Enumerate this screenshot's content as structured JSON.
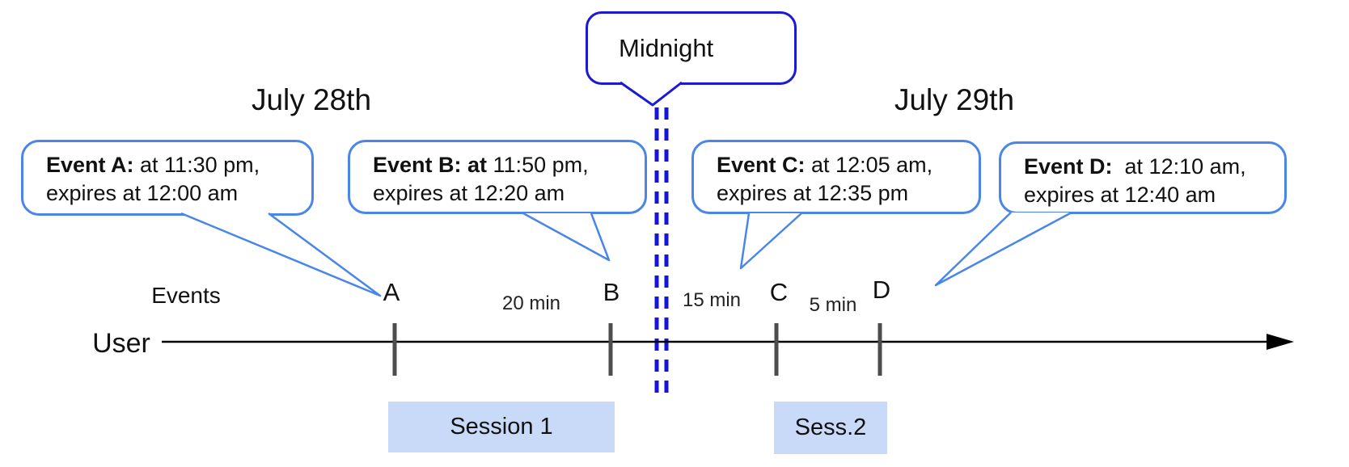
{
  "headers": {
    "left_day": "July 28th",
    "right_day": "July 29th"
  },
  "midnight": {
    "label": "Midnight"
  },
  "events": [
    {
      "bold": "Event A:",
      "line1_rest": " at 11:30 pm,",
      "line2": "expires at 12:00 am",
      "tick_label": "A"
    },
    {
      "bold": "Event B: at",
      "line1_rest": " 11:50 pm,",
      "line2": "expires at 12:20 am",
      "tick_label": "B"
    },
    {
      "bold": "Event C:",
      "line1_rest": " at 12:05 am,",
      "line2": "expires at 12:35 pm",
      "tick_label": "C"
    },
    {
      "bold": "Event D:",
      "line1_rest": "  at 12:10 am,",
      "line2": "expires at 12:40 am",
      "tick_label": "D"
    }
  ],
  "timeline": {
    "row_label": "Events",
    "axis_label": "User",
    "intervals": [
      {
        "label": "20 min"
      },
      {
        "label": "15 min"
      },
      {
        "label": "5 min"
      }
    ]
  },
  "sessions": [
    {
      "label": "Session 1"
    },
    {
      "label": "Sess.2"
    }
  ],
  "colors": {
    "event_bubble_border": "#4a86e8",
    "midnight_border": "#1a1ad6",
    "midnight_dash": "#1414dd",
    "session_fill": "#c9daf8",
    "tick": "#4d4d4d",
    "axis": "#000000"
  }
}
